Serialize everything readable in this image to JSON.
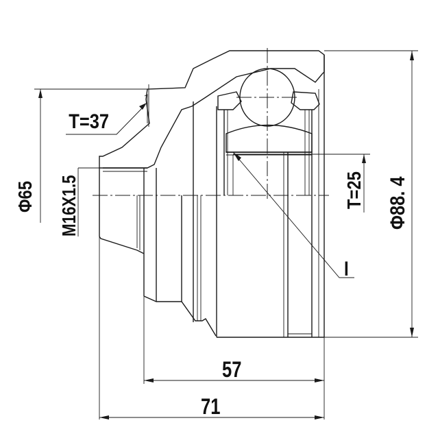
{
  "drawing": {
    "title": "CV joint outer cross-section",
    "colors": {
      "line": "#1a1a1a",
      "background": "#ffffff"
    },
    "dimensions": {
      "outer_diameter": "Φ88. 4",
      "shaft_diameter": "Φ65",
      "thread": "M16X1.5",
      "outer_teeth": "T=37",
      "inner_teeth": "T=25",
      "length_57": "57",
      "length_71": "71",
      "section_label": "I"
    }
  }
}
